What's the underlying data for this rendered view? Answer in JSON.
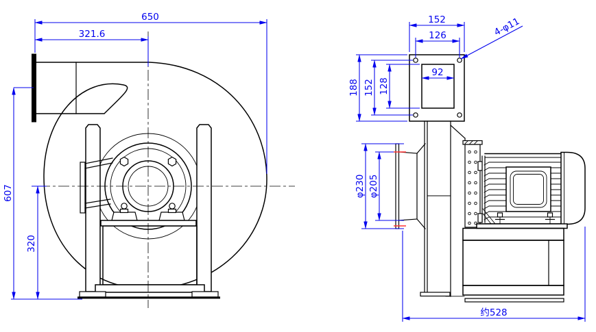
{
  "drawing_type": "centrifugal-fan-dimensional-drawing",
  "colors": {
    "background": "#ffffff",
    "line": "#000000",
    "dimension": "#0000ee",
    "accent_red": "#ff3333"
  },
  "front_view": {
    "dims": {
      "overall_width": "650",
      "outlet_center_offset": "321.6",
      "overall_height": "607",
      "center_to_base": "320"
    }
  },
  "side_view": {
    "dims": {
      "flange_width": "152",
      "flange_bolt_spacing_width": "126",
      "outlet_opening_width": "92",
      "flange_height": "188",
      "flange_bolt_spacing_height": "152",
      "outlet_opening_height": "128",
      "flange_bolt_holes": "4-φ11",
      "inlet_flange_diameter": "φ230",
      "inlet_diameter": "φ205",
      "overall_length_approx": "约528"
    }
  }
}
